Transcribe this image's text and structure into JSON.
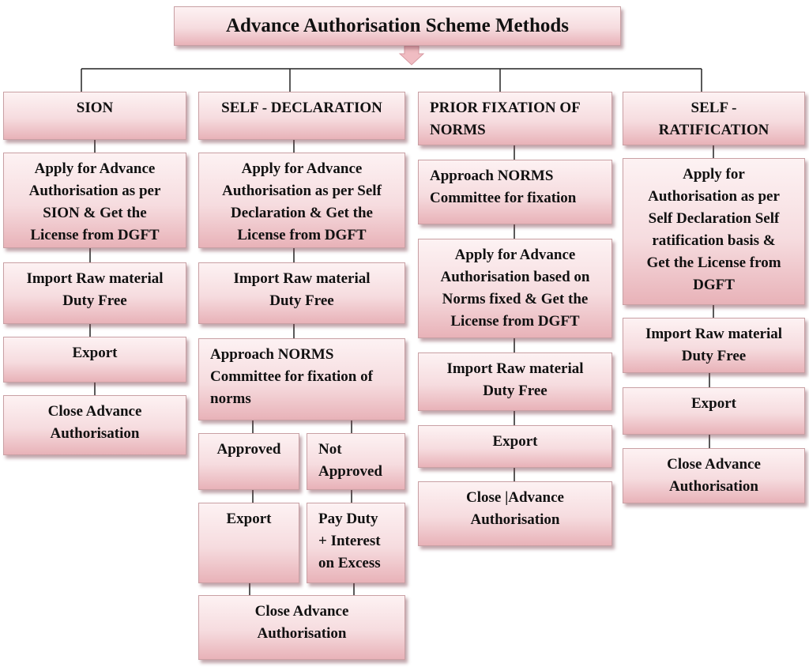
{
  "title": "Advance Authorisation Scheme Methods",
  "columns": [
    {
      "header": "SION",
      "steps": [
        "Apply for Advance\nAuthorisation as per\nSION & Get the\nLicense from DGFT",
        "Import Raw material\nDuty Free",
        "Export",
        "Close Advance\nAuthorisation"
      ]
    },
    {
      "header": "SELF - DECLARATION",
      "steps": [
        "Apply for Advance\nAuthorisation as per Self\nDeclaration & Get the\nLicense from DGFT",
        "Import Raw material\nDuty Free",
        "Approach NORMS\nCommittee for fixation of\nnorms"
      ],
      "branches": {
        "approved": {
          "label": "Approved",
          "next": "Export"
        },
        "not_approved": {
          "label": "Not\nApproved",
          "next": "Pay Duty\n+ Interest\non Excess"
        }
      },
      "final": "Close Advance\nAuthorisation"
    },
    {
      "header": "PRIOR FIXATION OF\nNORMS",
      "steps": [
        "Approach NORMS\nCommittee for fixation",
        "Apply for Advance\nAuthorisation based on\nNorms fixed & Get the\nLicense from DGFT",
        "Import Raw material\nDuty Free",
        "Export",
        "Close |Advance\nAuthorisation"
      ]
    },
    {
      "header": "SELF -\nRATIFICATION",
      "steps": [
        "Apply for\nAuthorisation as per\nSelf Declaration Self\nratification basis &\nGet the License from\nDGFT",
        "Import Raw material\nDuty Free",
        "Export",
        "Close Advance\nAuthorisation"
      ]
    }
  ],
  "colors": {
    "box_top": "#fdf2f3",
    "box_bottom": "#e8b2b8",
    "border": "#c9a0a4",
    "arrow": "#f0bcc2"
  },
  "icons": {
    "down_arrow": "down-arrow-icon"
  }
}
